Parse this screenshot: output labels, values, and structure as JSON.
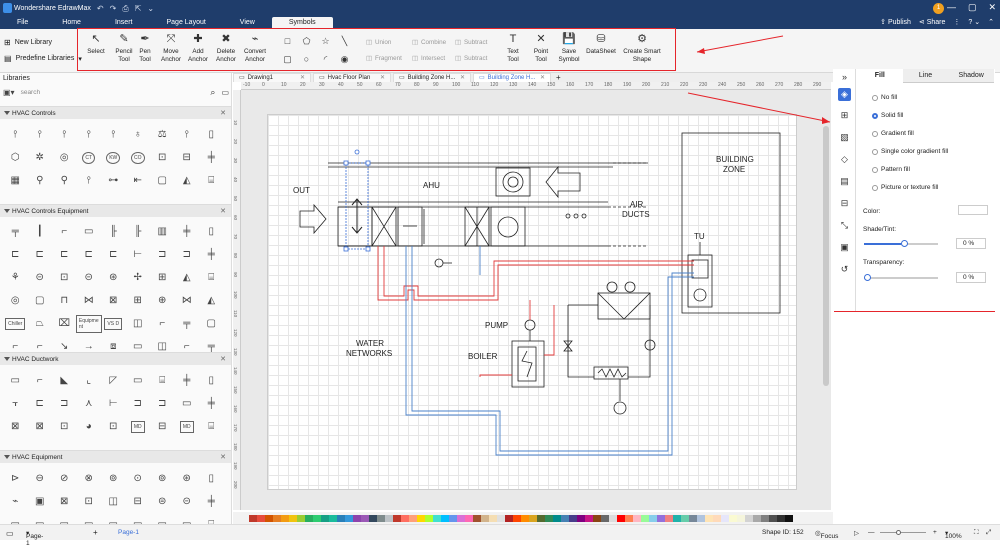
{
  "app": {
    "title": "Wondershare EdrawMax",
    "quick_access": [
      "↶",
      "↷",
      "⎙",
      "⇱",
      "⌄"
    ]
  },
  "menu": {
    "tabs": [
      "File",
      "Home",
      "Insert",
      "Page Layout",
      "View",
      "Symbols"
    ],
    "active": "Symbols",
    "publish": "Publish",
    "share": "Share",
    "help": "?"
  },
  "ribbon": {
    "new_library": "New Library",
    "predefine": "Predefine Libraries",
    "buttons": [
      {
        "label": "Select",
        "icon": "↖",
        "disabled": false
      },
      {
        "label": "Pencil\nTool",
        "icon": "✎",
        "disabled": false
      },
      {
        "label": "Pen\nTool",
        "icon": "✒",
        "disabled": false
      },
      {
        "label": "Move\nAnchor",
        "icon": "⤧",
        "disabled": false
      },
      {
        "label": "Add\nAnchor",
        "icon": "✚",
        "disabled": false
      },
      {
        "label": "Delete\nAnchor",
        "icon": "✖",
        "disabled": false
      },
      {
        "label": "Convert\nAnchor",
        "icon": "⌁",
        "disabled": false
      }
    ],
    "shapes_row1": [
      "□",
      "⬠",
      "☆",
      "╲"
    ],
    "shapes_row2": [
      "▢",
      "○",
      "◜",
      "◉"
    ],
    "bool_ops": [
      [
        "Union",
        "Combine",
        "Subtract"
      ],
      [
        "Fragment",
        "Intersect",
        "Subtract"
      ]
    ],
    "tools": [
      {
        "label": "Text\nTool",
        "icon": "T"
      },
      {
        "label": "Point\nTool",
        "icon": "✕"
      },
      {
        "label": "Save\nSymbol",
        "icon": "💾"
      },
      {
        "label": "DataSheet",
        "icon": "⛁"
      },
      {
        "label": "Create Smart\nShape",
        "icon": "⚙"
      }
    ]
  },
  "sidebar": {
    "title": "Libraries",
    "search_placeholder": "search",
    "categories": [
      {
        "name": "HVAC Controls"
      },
      {
        "name": "HVAC Controls Equipment"
      },
      {
        "name": "HVAC Ductwork"
      },
      {
        "name": "HVAC Equipment"
      }
    ],
    "symbol_labels": {
      "ct": "CT",
      "kw": "KW",
      "co": "CO",
      "chiller": "Chiller",
      "equip": "Equipme nt",
      "vsd": "VS D",
      "md1": "MD",
      "md2": "MD"
    }
  },
  "doc_tabs": [
    {
      "label": "Drawing1",
      "active": false
    },
    {
      "label": "Hvac Floor Plan",
      "active": false
    },
    {
      "label": "Building Zone H...",
      "active": false
    },
    {
      "label": "Building Zone H...",
      "active": true
    }
  ],
  "ruler_h": [
    "-10",
    "0",
    "10",
    "20",
    "30",
    "40",
    "50",
    "60",
    "70",
    "80",
    "90",
    "100",
    "110",
    "120",
    "130",
    "140",
    "150",
    "160",
    "170",
    "180",
    "190",
    "200",
    "210",
    "220",
    "230",
    "240",
    "250",
    "260",
    "270",
    "280",
    "290"
  ],
  "ruler_v": [
    "10",
    "20",
    "30",
    "40",
    "50",
    "60",
    "70",
    "80",
    "90",
    "100",
    "110",
    "120",
    "130",
    "140",
    "150",
    "160",
    "170",
    "180",
    "190",
    "200"
  ],
  "diagram": {
    "out": "OUT",
    "ahu": "AHU",
    "air1": "AIR",
    "air2": "DUCTS",
    "building1": "BUILDING",
    "building2": "ZONE",
    "tu": "TU",
    "water1": "WATER",
    "water2": "NETWORKS",
    "pump": "PUMP",
    "boiler": "BOILER"
  },
  "right_panel": {
    "tabs": [
      "Fill",
      "Line",
      "Shadow"
    ],
    "active_tab": "Fill",
    "options": [
      "No fill",
      "Solid fill",
      "Gradient fill",
      "Single color gradient fill",
      "Pattern fill",
      "Picture or texture fill"
    ],
    "selected": "Solid fill",
    "color_label": "Color:",
    "shade_label": "Shade/Tint:",
    "shade_value": "0 %",
    "shade_level": 0.5,
    "transparency_label": "Transparency:",
    "transparency_value": "0 %",
    "transparency_level": 0
  },
  "palette": [
    "#c0392b",
    "#e74c3c",
    "#d35400",
    "#e67e22",
    "#f39c12",
    "#f1c40f",
    "#9acd32",
    "#27ae60",
    "#2ecc71",
    "#16a085",
    "#1abc9c",
    "#2980b9",
    "#3498db",
    "#8e44ad",
    "#9b59b6",
    "#34495e",
    "#7f8c8d",
    "#bdc3c7",
    "#c0392b",
    "#ff6f61",
    "#ffa07a",
    "#ffd700",
    "#adff2f",
    "#40e0d0",
    "#00bfff",
    "#6495ed",
    "#da70d6",
    "#ff69b4",
    "#a0522d",
    "#d2b48c",
    "#f5deb3",
    "#e0e0e0",
    "#b22222",
    "#ff4500",
    "#ff8c00",
    "#daa520",
    "#556b2f",
    "#2e8b57",
    "#008b8b",
    "#4682b4",
    "#483d8b",
    "#800080",
    "#c71585",
    "#8b4513",
    "#696969",
    "#dcdcdc",
    "#ff0000",
    "#ff7f50",
    "#ffb6c1",
    "#98fb98",
    "#87ceeb",
    "#9370db",
    "#f08080",
    "#20b2aa",
    "#66cdaa",
    "#778899",
    "#b0c4de",
    "#ffe4b5",
    "#ffdab9",
    "#e6e6fa",
    "#fafad2",
    "#f5f5dc",
    "#d3d3d3",
    "#a9a9a9",
    "#808080",
    "#505050",
    "#303030",
    "#101010"
  ],
  "status": {
    "page_selector": "Page-1",
    "page_tab": "Page-1",
    "shape_id": "Shape ID: 152",
    "focus": "Focus",
    "zoom": "100%"
  }
}
